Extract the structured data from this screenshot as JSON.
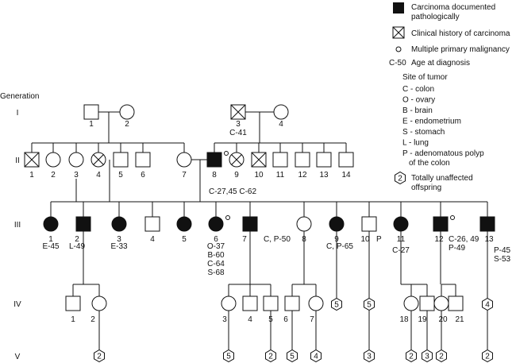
{
  "generations": {
    "header": "Generation",
    "labels": [
      "I",
      "II",
      "III",
      "IV",
      "V"
    ]
  },
  "legend": {
    "affected": "Carcinoma documented\npathologically",
    "clinical": "Clinical history of carcinoma",
    "multiple": "Multiple primary malignancy",
    "age_code": "C-50",
    "age_text": "Age at diagnosis",
    "site_title": "Site of tumor",
    "sites": [
      "C - colon",
      "O - ovary",
      "B - brain",
      "E - endometrium",
      "S - stomach",
      "L -  lung",
      "P - adenomatous polyp\nof the colon"
    ],
    "unaffected_number": "2",
    "unaffected_text": "Totally unaffected\noffspring"
  },
  "pedigree": {
    "gen1": [
      {
        "id": "1",
        "sex": "male",
        "status": "unaffected"
      },
      {
        "id": "2",
        "sex": "female",
        "status": "unaffected"
      },
      {
        "id": "3",
        "sex": "male",
        "status": "clinical",
        "dx": "C-41"
      },
      {
        "id": "4",
        "sex": "female",
        "status": "unaffected"
      }
    ],
    "gen2": [
      {
        "id": "1",
        "sex": "male",
        "status": "clinical"
      },
      {
        "id": "2",
        "sex": "female",
        "status": "unaffected"
      },
      {
        "id": "3",
        "sex": "female",
        "status": "unaffected"
      },
      {
        "id": "4",
        "sex": "female",
        "status": "clinical"
      },
      {
        "id": "5",
        "sex": "male",
        "status": "unaffected"
      },
      {
        "id": "6",
        "sex": "male",
        "status": "unaffected"
      },
      {
        "id": "7",
        "sex": "female",
        "status": "unaffected"
      },
      {
        "id": "8",
        "sex": "male",
        "status": "affected",
        "multiple": true,
        "dx": "C-27,45 C-62"
      },
      {
        "id": "9",
        "sex": "female",
        "status": "clinical"
      },
      {
        "id": "10",
        "sex": "male",
        "status": "clinical"
      },
      {
        "id": "11",
        "sex": "male",
        "status": "unaffected"
      },
      {
        "id": "12",
        "sex": "male",
        "status": "unaffected"
      },
      {
        "id": "13",
        "sex": "male",
        "status": "unaffected"
      },
      {
        "id": "14",
        "sex": "male",
        "status": "unaffected"
      }
    ],
    "gen3": [
      {
        "id": "1",
        "sex": "female",
        "status": "affected",
        "dx": "E-45"
      },
      {
        "id": "2",
        "sex": "male",
        "status": "affected",
        "dx": "L-49"
      },
      {
        "id": "3",
        "sex": "female",
        "status": "affected",
        "dx": "E-33"
      },
      {
        "id": "4",
        "sex": "male",
        "status": "unaffected"
      },
      {
        "id": "5",
        "sex": "female",
        "status": "affected"
      },
      {
        "id": "6",
        "sex": "female",
        "status": "affected",
        "multiple": true,
        "dx": [
          "O-37",
          "B-60",
          "C-64",
          "S-68"
        ]
      },
      {
        "id": "7",
        "sex": "male",
        "status": "affected",
        "dx": "C, P-50"
      },
      {
        "id": "8",
        "sex": "female",
        "status": "unaffected"
      },
      {
        "id": "9",
        "sex": "female",
        "status": "affected",
        "dx": "C, P-65"
      },
      {
        "id": "10",
        "sex": "male",
        "status": "unaffected",
        "dx": "P"
      },
      {
        "id": "11",
        "sex": "female",
        "status": "affected",
        "dx": "C-27"
      },
      {
        "id": "12",
        "sex": "male",
        "status": "affected",
        "multiple": true,
        "dx": [
          "C-26, 49",
          "P-49"
        ]
      },
      {
        "id": "13",
        "sex": "male",
        "status": "affected",
        "dx": [
          "P-45",
          "S-53"
        ]
      }
    ],
    "gen4": [
      {
        "id": "1",
        "sex": "male"
      },
      {
        "id": "2",
        "sex": "female"
      },
      {
        "id": "3",
        "sex": "female"
      },
      {
        "id": "4",
        "sex": "male"
      },
      {
        "id": "5",
        "sex": "male"
      },
      {
        "id": "6",
        "sex": "male"
      },
      {
        "id": "7",
        "sex": "female"
      },
      {
        "id": "5",
        "sex": "unknown",
        "kind": "offspring-count"
      },
      {
        "id": "5",
        "sex": "unknown",
        "kind": "offspring-count"
      },
      {
        "id": "18",
        "sex": "female"
      },
      {
        "id": "19",
        "sex": "male"
      },
      {
        "id": "20",
        "sex": "female"
      },
      {
        "id": "21",
        "sex": "male"
      },
      {
        "id": "4",
        "sex": "unknown",
        "kind": "offspring-count"
      }
    ],
    "gen5_counts": [
      "2",
      "5",
      "2",
      "5",
      "4",
      "3",
      "2",
      "3",
      "2",
      "2"
    ]
  }
}
